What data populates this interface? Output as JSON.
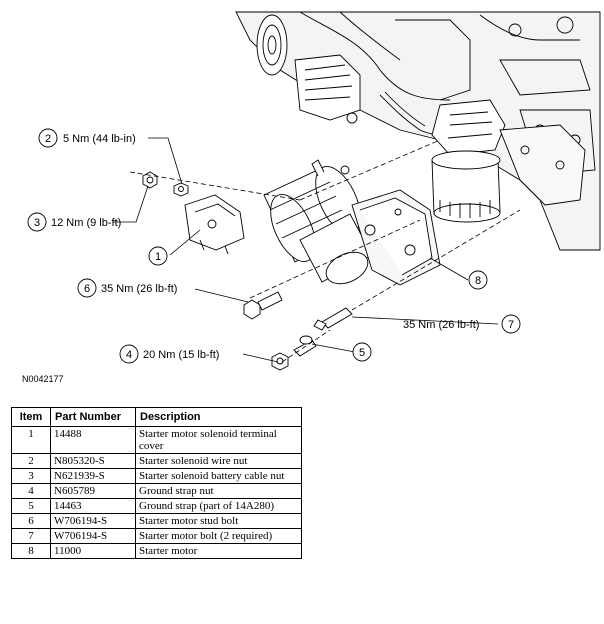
{
  "figure": {
    "id": "N0042177",
    "callouts": [
      {
        "num": "1",
        "torque": ""
      },
      {
        "num": "2",
        "torque": "5 Nm (44 lb-in)"
      },
      {
        "num": "3",
        "torque": "12 Nm (9 lb-ft)"
      },
      {
        "num": "4",
        "torque": "20 Nm (15 lb-ft)"
      },
      {
        "num": "5",
        "torque": ""
      },
      {
        "num": "6",
        "torque": "35 Nm (26 lb-ft)"
      },
      {
        "num": "7",
        "torque": "35 Nm (26 lb-ft)"
      },
      {
        "num": "8",
        "torque": ""
      }
    ]
  },
  "table": {
    "headers": [
      "Item",
      "Part Number",
      "Description"
    ],
    "rows": [
      {
        "item": "1",
        "part": "14488",
        "desc": "Starter motor solenoid terminal cover"
      },
      {
        "item": "2",
        "part": "N805320-S",
        "desc": "Starter solenoid wire nut"
      },
      {
        "item": "3",
        "part": "N621939-S",
        "desc": "Starter solenoid battery cable nut"
      },
      {
        "item": "4",
        "part": "N605789",
        "desc": "Ground strap nut"
      },
      {
        "item": "5",
        "part": "14463",
        "desc": "Ground strap (part of 14A280)"
      },
      {
        "item": "6",
        "part": "W706194-S",
        "desc": "Starter motor stud bolt"
      },
      {
        "item": "7",
        "part": "W706194-S",
        "desc": "Starter motor bolt (2 required)"
      },
      {
        "item": "8",
        "part": "11000",
        "desc": "Starter motor"
      }
    ]
  }
}
